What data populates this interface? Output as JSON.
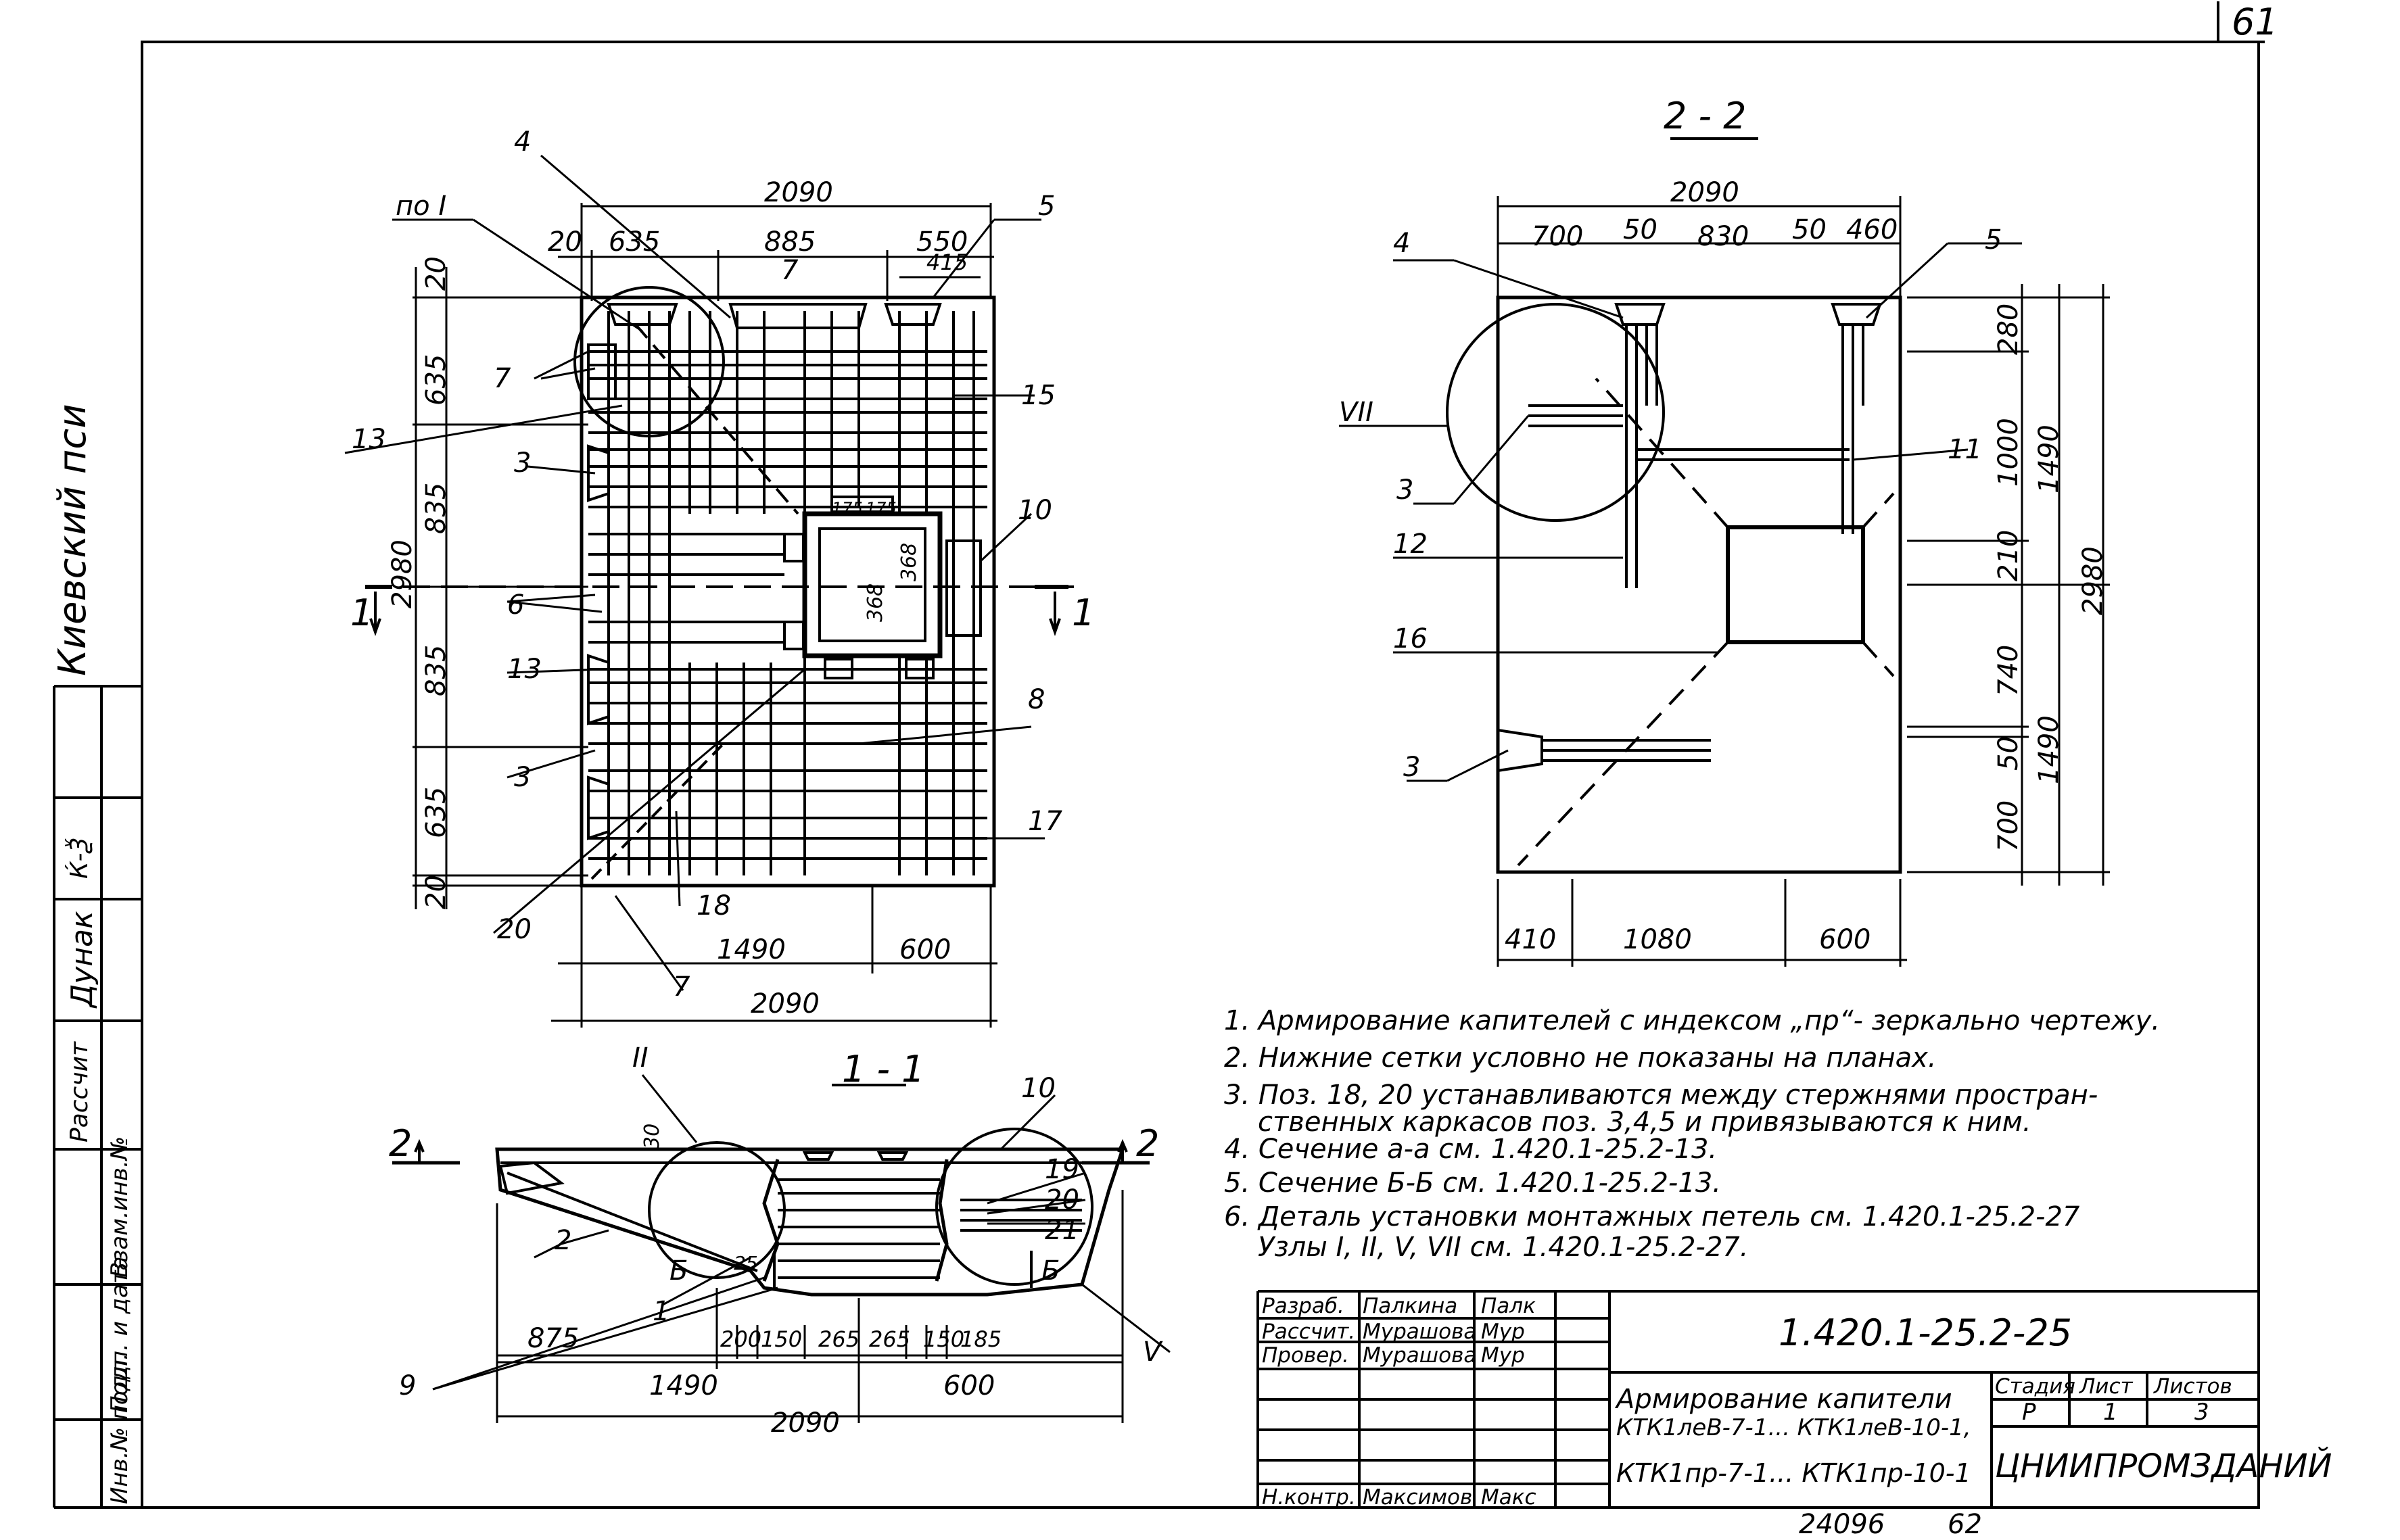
{
  "sheet_corner_number": "61",
  "left_strip": {
    "organization": "Киевский пси",
    "signature_glyph": "Ќ-Ѯ",
    "name": "Дунак",
    "role": "Рассчит",
    "labels": [
      "Взам.инв.№",
      "Подп. и дата",
      "Инв.№ подл."
    ]
  },
  "plan": {
    "dims": [
      "2090",
      "20",
      "635",
      "885",
      "550",
      "415",
      "2980",
      "835",
      "1490",
      "600"
    ],
    "pos": [
      "4",
      "по I",
      "5",
      "7",
      "15",
      "13",
      "3",
      "10",
      "6",
      "8",
      "17",
      "20",
      "18"
    ],
    "inner": [
      "175",
      "175",
      "368",
      "368"
    ],
    "section_mark": "1"
  },
  "section_22": {
    "title": "2 - 2",
    "dims": [
      "2090",
      "700",
      "50",
      "830",
      "460",
      "280",
      "1000",
      "210",
      "740",
      "50",
      "700",
      "1490",
      "2980",
      "410",
      "1080",
      "600"
    ],
    "pos": [
      "4",
      "5",
      "VII",
      "3",
      "11",
      "12",
      "16"
    ]
  },
  "section_11": {
    "title": "1 - 1",
    "dims": [
      "30",
      "875",
      "200",
      "150",
      "265",
      "185",
      "1490",
      "600",
      "2090",
      "25"
    ],
    "pos": [
      "II",
      "10",
      "19",
      "20",
      "21",
      "Б",
      "1",
      "9",
      "V",
      "2"
    ],
    "cut_mark": "2"
  },
  "notes": [
    "1. Армирование капителей с индексом „пр“- зеркально чертежу.",
    "2. Нижние сетки условно не показаны на планах.",
    "3. Поз. 18, 20  устанавливаются между стержнями простран-",
    "ственных каркасов поз. 3,4,5 и привязываются к ним.",
    "4. Сечение а-а  см. 1.420.1-25.2-13.",
    "5. Сечение Б-Б  см. 1.420.1-25.2-13.",
    "6. Деталь установки монтажных петель см. 1.420.1-25.2-27",
    "Узлы I, II, V, VII  см. 1.420.1-25.2-27."
  ],
  "title_block": {
    "rows": [
      {
        "role": "Разраб.",
        "name": "Палкина"
      },
      {
        "role": "Рассчит.",
        "name": "Мурашова"
      },
      {
        "role": "Провер.",
        "name": "Мурашова"
      },
      {
        "role": "",
        "name": ""
      },
      {
        "role": "",
        "name": ""
      },
      {
        "role": "",
        "name": ""
      },
      {
        "role": "Н.контр.",
        "name": "Максимов"
      }
    ],
    "signatures": [
      "Палк",
      "Мур",
      "Мур",
      "Макс"
    ],
    "code": "1.420.1-25.2-25",
    "title_lines": [
      "Армирование капители",
      "КТК1леВ-7-1... КТК1леВ-10-1,",
      "КТК1пр-7-1... КТК1пр-10-1"
    ],
    "stage_label": "Стадия",
    "sheet_label": "Лист",
    "sheets_label": "Листов",
    "stage": "Р",
    "sheet": "1",
    "sheets": "3",
    "org": "ЦНИИПРОМЗДАНИЙ"
  },
  "footer": {
    "inventory": "24096",
    "page": "62"
  }
}
